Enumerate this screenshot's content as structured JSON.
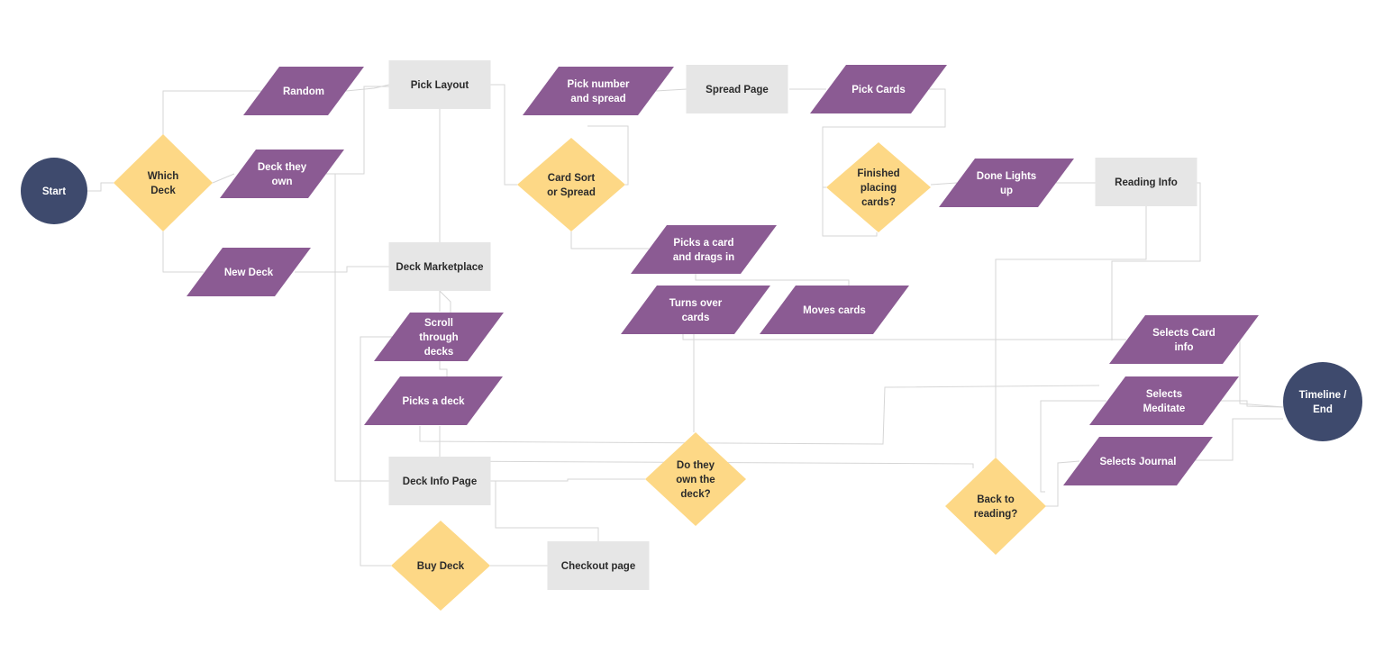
{
  "colors": {
    "terminal": "#3e4a6d",
    "decision": "#fdd886",
    "io": "#8b5b93",
    "process": "#e6e6e6",
    "edge": "#d6d6d6"
  },
  "nodes": {
    "start": {
      "shape": "terminal",
      "lines": [
        "Start"
      ]
    },
    "which_deck": {
      "shape": "decision",
      "lines": [
        "Which",
        "Deck"
      ]
    },
    "random": {
      "shape": "io",
      "lines": [
        "Random"
      ]
    },
    "deck_they_own": {
      "shape": "io",
      "lines": [
        "Deck they",
        "own"
      ]
    },
    "new_deck": {
      "shape": "io",
      "lines": [
        "New Deck"
      ]
    },
    "pick_layout": {
      "shape": "process",
      "lines": [
        "Pick Layout"
      ]
    },
    "deck_marketplace": {
      "shape": "process",
      "lines": [
        "Deck Marketplace"
      ]
    },
    "scroll_through_decks": {
      "shape": "io",
      "lines": [
        "Scroll",
        "through",
        "decks"
      ]
    },
    "picks_a_deck": {
      "shape": "io",
      "lines": [
        "Picks a deck"
      ]
    },
    "deck_info_page": {
      "shape": "process",
      "lines": [
        "Deck Info Page"
      ]
    },
    "buy_deck": {
      "shape": "decision",
      "lines": [
        "Buy Deck"
      ]
    },
    "checkout_page": {
      "shape": "process",
      "lines": [
        "Checkout page"
      ]
    },
    "pick_number_spread": {
      "shape": "io",
      "lines": [
        "Pick number",
        "and spread"
      ]
    },
    "card_sort_spread": {
      "shape": "decision",
      "lines": [
        "Card Sort",
        "or Spread"
      ]
    },
    "spread_page": {
      "shape": "process",
      "lines": [
        "Spread Page"
      ]
    },
    "pick_cards": {
      "shape": "io",
      "lines": [
        "Pick Cards"
      ]
    },
    "finished_placing": {
      "shape": "decision",
      "lines": [
        "Finished",
        "placing",
        "cards?"
      ]
    },
    "done_lights_up": {
      "shape": "io",
      "lines": [
        "Done Lights",
        "up"
      ]
    },
    "reading_info": {
      "shape": "process",
      "lines": [
        "Reading Info"
      ]
    },
    "picks_card_drags": {
      "shape": "io",
      "lines": [
        "Picks a card",
        "and drags in"
      ]
    },
    "turns_over_cards": {
      "shape": "io",
      "lines": [
        "Turns over",
        "cards"
      ]
    },
    "moves_cards": {
      "shape": "io",
      "lines": [
        "Moves cards"
      ]
    },
    "do_they_own": {
      "shape": "decision",
      "lines": [
        "Do they",
        "own the",
        "deck?"
      ]
    },
    "selects_card_info": {
      "shape": "io",
      "lines": [
        "Selects Card",
        "info"
      ]
    },
    "selects_meditate": {
      "shape": "io",
      "lines": [
        "Selects",
        "Meditate"
      ]
    },
    "selects_journal": {
      "shape": "io",
      "lines": [
        "Selects Journal"
      ]
    },
    "back_to_reading": {
      "shape": "decision",
      "lines": [
        "Back to",
        "reading?"
      ]
    },
    "timeline_end": {
      "shape": "terminal",
      "lines": [
        "Timeline /",
        "End"
      ]
    }
  }
}
